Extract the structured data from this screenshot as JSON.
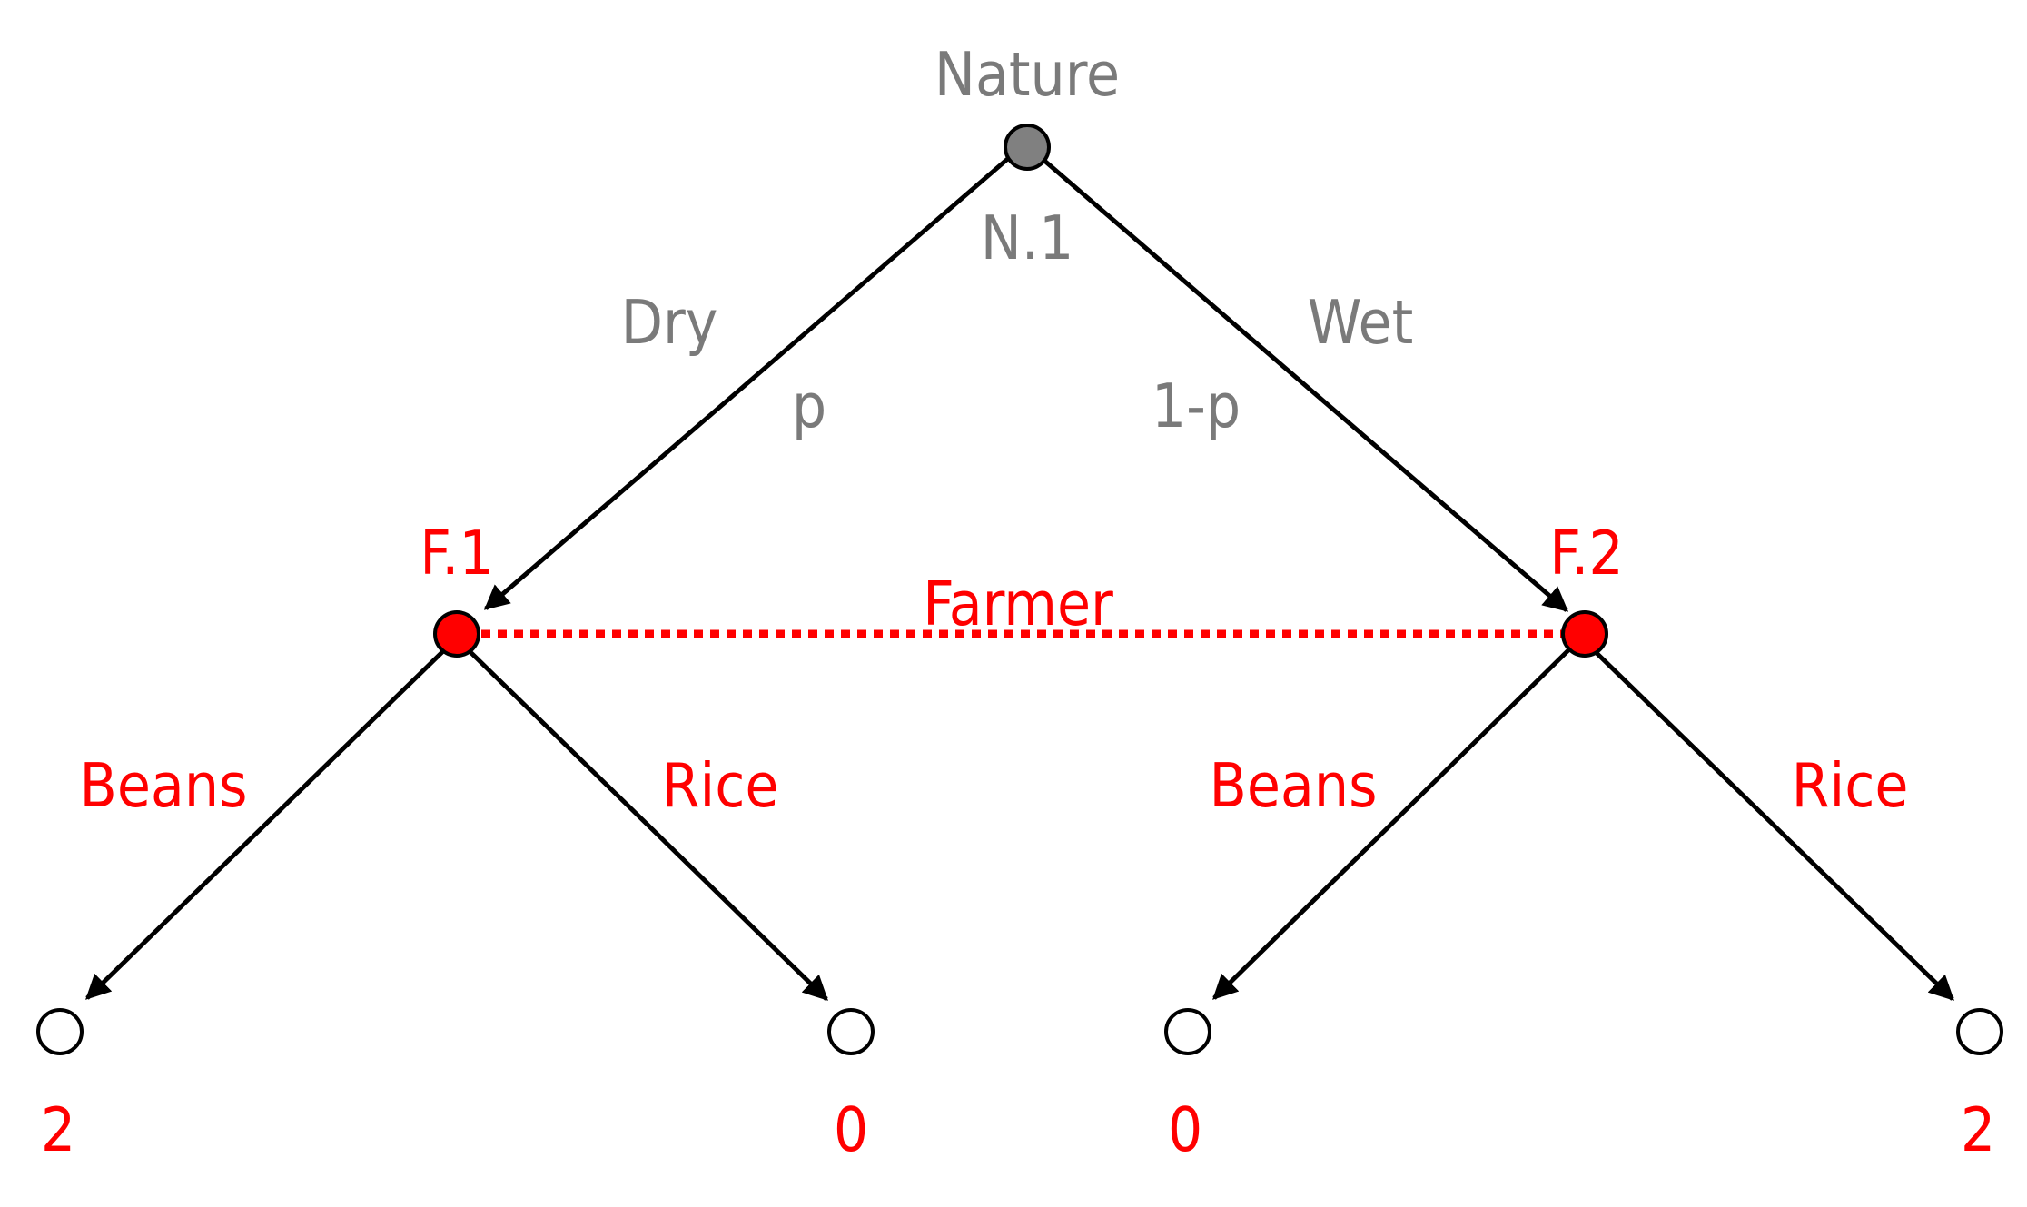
{
  "diagram": {
    "nature_label": "Nature",
    "nature_node_id": "N.1",
    "branch_dry_label": "Dry",
    "branch_dry_prob": "p",
    "branch_wet_label": "Wet",
    "branch_wet_prob": "1-p",
    "farmer_node_1_id": "F.1",
    "farmer_node_2_id": "F.2",
    "farmer_info_set_label": "Farmer",
    "f1_beans_label": "Beans",
    "f1_rice_label": "Rice",
    "f2_beans_label": "Beans",
    "f2_rice_label": "Rice",
    "payoff_f1_beans": "2",
    "payoff_f1_rice": "0",
    "payoff_f2_beans": "0",
    "payoff_f2_rice": "2"
  },
  "colors": {
    "nature": "#808080",
    "farmer": "#ff0000",
    "edge": "#000000",
    "terminal_fill": "#ffffff"
  }
}
